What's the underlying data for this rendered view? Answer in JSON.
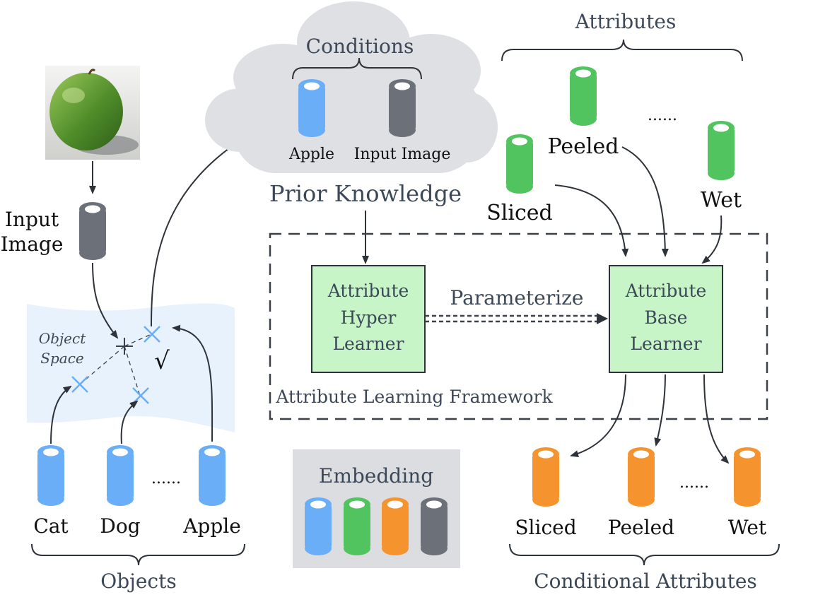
{
  "input_image": {
    "label_line1": "Input",
    "label_line2": "Image"
  },
  "object_space": {
    "label_line1": "Object",
    "label_line2": "Space",
    "check_mark": "√"
  },
  "objects": {
    "items": [
      "Cat",
      "Dog",
      "Apple"
    ],
    "ellipsis": "......",
    "group_label": "Objects"
  },
  "prior_knowledge": {
    "conditions_label": "Conditions",
    "items": [
      "Apple",
      "Input Image"
    ],
    "caption": "Prior Knowledge"
  },
  "attributes": {
    "group_label": "Attributes",
    "items": [
      "Sliced",
      "Peeled",
      "Wet"
    ],
    "ellipsis": "......"
  },
  "framework": {
    "hyper_learner": [
      "Attribute",
      "Hyper",
      "Learner"
    ],
    "base_learner": [
      "Attribute",
      "Base",
      "Learner"
    ],
    "edge_label": "Parameterize",
    "caption": "Attribute Learning Framework"
  },
  "embedding": {
    "title": "Embedding"
  },
  "conditional_attributes": {
    "items": [
      "Sliced",
      "Peeled",
      "Wet"
    ],
    "ellipsis": "......",
    "group_label": "Conditional Attributes"
  },
  "colors": {
    "object_blue": "#6aaef7",
    "attribute_green": "#52c45f",
    "conditional_orange": "#f5942f",
    "image_gray": "#6c7079",
    "learner_fill": "#c8f5c8",
    "cloud_fill": "#dfe0e4",
    "object_space_fill": "#e8f2fd",
    "embedding_panel": "#dcdde0"
  }
}
